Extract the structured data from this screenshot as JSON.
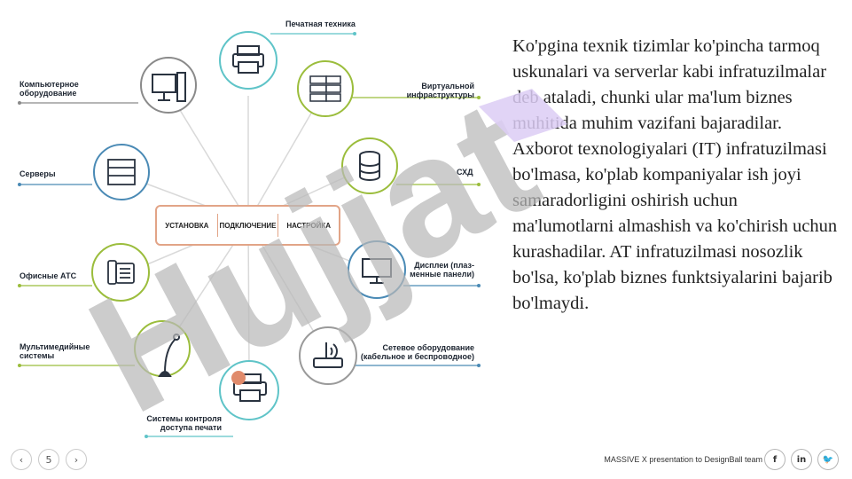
{
  "diagram": {
    "center": {
      "items": [
        "УСТАНОВКА",
        "ПОДКЛЮЧЕНИЕ",
        "НАСТРОЙКА"
      ]
    },
    "nodes": [
      {
        "label": "Печатная техника",
        "icon": "printer-icon"
      },
      {
        "label": "Виртуальной\nинфраструктуры",
        "icon": "server-rack-icon"
      },
      {
        "label": "СХД",
        "icon": "database-icon"
      },
      {
        "label": "Дисплеи (плаз-\nменные панели)",
        "icon": "monitor-icon"
      },
      {
        "label": "Сетевое оборудование\n(кабельное и беспроводное)",
        "icon": "router-icon"
      },
      {
        "label": "Системы контроля\nдоступа печати",
        "icon": "secure-printer-icon"
      },
      {
        "label": "Мультимедийные\nсистемы",
        "icon": "microphone-icon"
      },
      {
        "label": "Офисные АТС",
        "icon": "phone-icon"
      },
      {
        "label": "Серверы",
        "icon": "server-icon"
      },
      {
        "label": "Компьютерное\nоборудование",
        "icon": "computer-icon"
      }
    ],
    "colors": {
      "teal": "#5fc4c8",
      "blue": "#4a8ab5",
      "green": "#9bbd3c",
      "accent": "#e2a487"
    }
  },
  "body_text": "Ko'pgina texnik tizimlar ko'pincha tarmoq uskunalari va serverlar kabi infratuzilmalar deb ataladi, chunki ular ma'lum biznes muhitida muhim vazifani bajaradilar. Axborot texnologiyalari (IT) infratuzilmasi bo'lmasa, ko'plab kompaniyalar ish joyi samaradorligini oshirish uchun ma'lumotlarni almashish va ko'chirish uchun kurashadilar. AT infratuzilmasi nosozlik bo'lsa, ko'plab biznes funktsiyalarini bajarib bo'lmaydi.",
  "watermark": {
    "text": "Hujjat",
    "colors": [
      "#b8b8b8",
      "#dccdf5"
    ]
  },
  "nav": {
    "prev_icon": "chevron-left-icon",
    "page": "5",
    "next_icon": "chevron-right-icon"
  },
  "footer": {
    "credit": "MASSIVE X presentation to DesignBall team",
    "social": [
      {
        "icon": "facebook-icon",
        "glyph": "f"
      },
      {
        "icon": "linkedin-icon",
        "glyph": "in"
      },
      {
        "icon": "twitter-icon",
        "glyph": "🐦"
      }
    ]
  }
}
